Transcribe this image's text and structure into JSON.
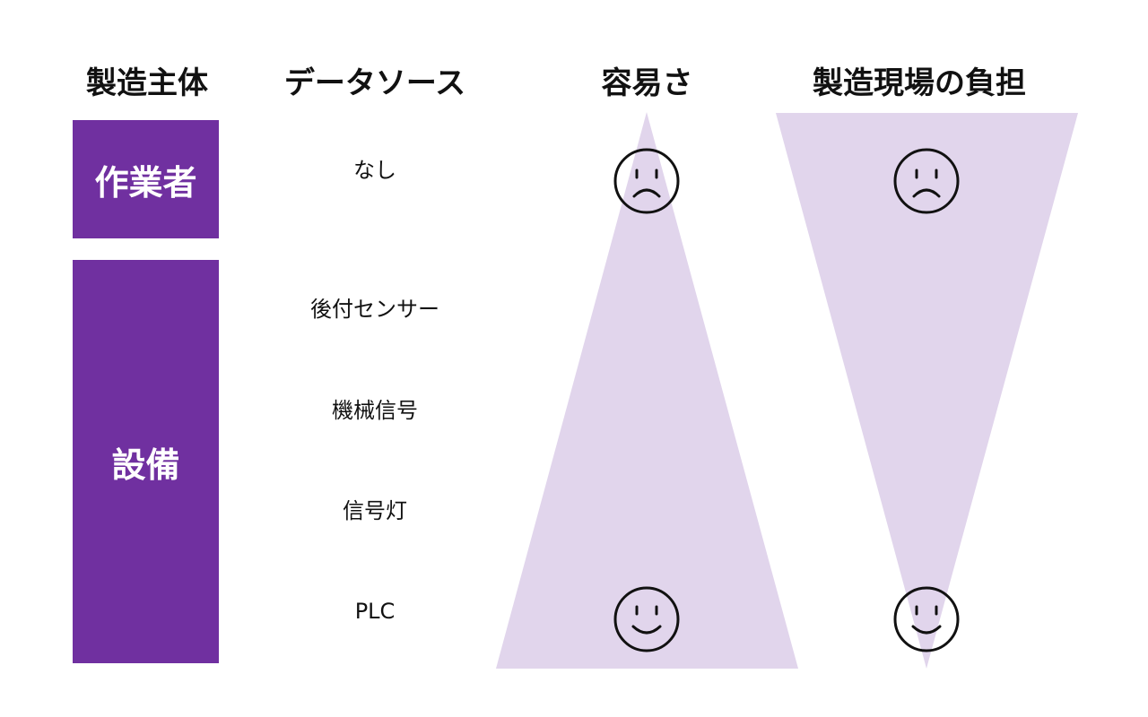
{
  "headers": {
    "subject": "製造主体",
    "source": "データソース",
    "ease": "容易さ",
    "burden": "製造現場の負担"
  },
  "subjects": {
    "worker": "作業者",
    "equipment": "設備"
  },
  "sources": {
    "none": "なし",
    "retrofit_sensor": "後付センサー",
    "machine_signal": "機械信号",
    "signal_light": "信号灯",
    "plc": "PLC"
  },
  "faces": {
    "ease_top": "frown-face-icon",
    "ease_bottom": "smile-face-icon",
    "burden_top": "frown-face-icon",
    "burden_bottom": "smile-face-icon"
  },
  "colors": {
    "accent": "#7030a0",
    "triangle_fill": "#e1d5ec",
    "text": "#111111",
    "block_text": "#ffffff"
  }
}
